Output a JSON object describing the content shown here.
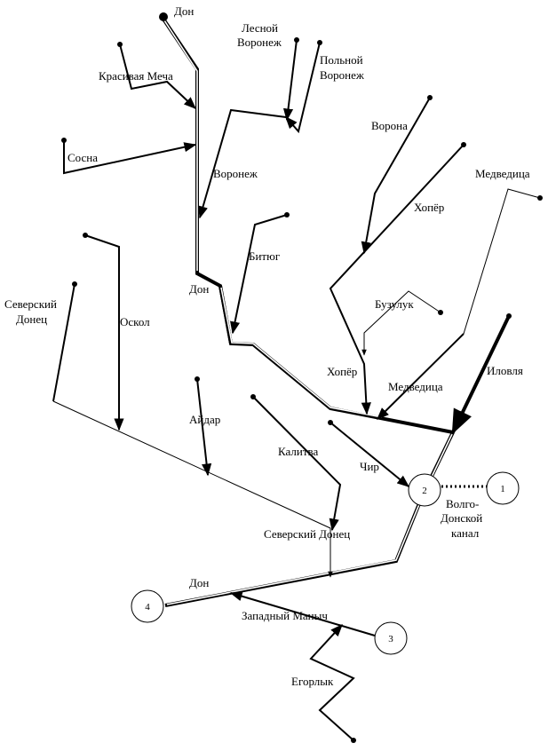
{
  "labels": {
    "don_top": "Дон",
    "lesnoy": "Лесной",
    "voronezh_lesnoy": "Воронеж",
    "polnoy": "Польной",
    "voronezh_polnoy": "Воронеж",
    "krasivaya_mecha": "Красивая Меча",
    "sosna": "Сосна",
    "voronezh": "Воронеж",
    "vorona": "Ворона",
    "medveditsa_top": "Медведица",
    "khoper_top": "Хопёр",
    "bityug": "Битюг",
    "severskiy": "Северский",
    "donets": "Донец",
    "oskol": "Оскол",
    "don_mid": "Дон",
    "buzuluk": "Бузулук",
    "khoper_bottom": "Хопёр",
    "medveditsa_bottom": "Медведица",
    "ilovlya": "Иловля",
    "aidar": "Айдар",
    "kalitva": "Калитва",
    "chir": "Чир",
    "volgo": "Волго-",
    "donskoy": "Донской",
    "kanal": "канал",
    "severskiy_donets": "Северский Донец",
    "don_bottom": "Дон",
    "zapadny_manych": "Западный Маныч",
    "egorlyk": "Егорлык"
  },
  "nodes": {
    "n1": "1",
    "n2": "2",
    "n3": "3",
    "n4": "4"
  }
}
